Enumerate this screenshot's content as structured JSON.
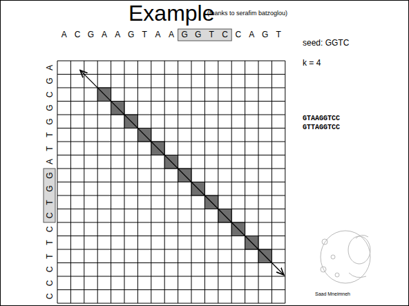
{
  "diagram": {
    "title": "Example",
    "labels": [
      "(thanks to serafim batzoglou)",
      "A",
      "C",
      "G",
      "A",
      "A",
      "G",
      "T",
      "A",
      "A",
      "G",
      "G",
      "T",
      "C",
      "C",
      "A",
      "G",
      "T",
      "A",
      "G",
      "C",
      "G",
      "G",
      "T",
      "T",
      "A",
      "G",
      "G",
      "T",
      "C",
      "C",
      "T",
      "T",
      "C",
      "C",
      "C",
      "seed: GGTC",
      "k = 4",
      "GTAAGGTCC",
      "GTTAGGTCC",
      "Saad Mneimneh"
    ]
  }
}
